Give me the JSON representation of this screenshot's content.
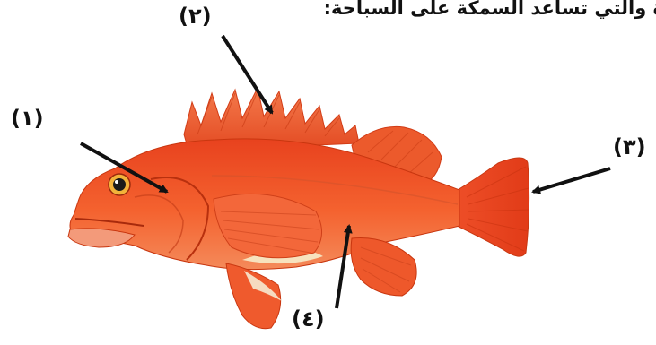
{
  "question": {
    "text": "ة والتي تساعد السمكة على السباحة:"
  },
  "labels": [
    {
      "id": "1",
      "text": "(١)",
      "part_of_fish": "eye-head region"
    },
    {
      "id": "2",
      "text": "(٢)",
      "part_of_fish": "dorsal fin"
    },
    {
      "id": "3",
      "text": "(٣)",
      "part_of_fish": "tail fin"
    },
    {
      "id": "4",
      "text": "(٤)",
      "part_of_fish": "body side"
    }
  ],
  "colors": {
    "fish_body": "#f2552c",
    "fish_belly": "#f7e7c4",
    "fish_fin": "#ee5a2e",
    "arrow": "#111111",
    "text": "#111111"
  }
}
